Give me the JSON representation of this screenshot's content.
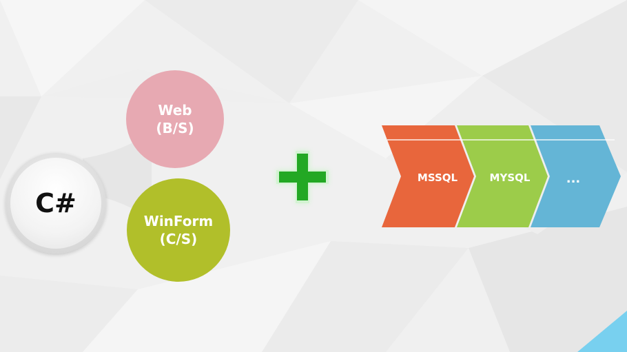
{
  "center_node": {
    "label": "C#"
  },
  "branches": [
    {
      "label_line1": "Web",
      "label_line2": "(B/S)",
      "color": "#e7a9b2"
    },
    {
      "label_line1": "WinForm",
      "label_line2": "(C/S)",
      "color": "#b1bf2a"
    }
  ],
  "operator": {
    "icon": "plus-icon",
    "color": "#23a824"
  },
  "databases": [
    {
      "label": "MSSQL",
      "color": "#e8663c"
    },
    {
      "label": "MYSQL",
      "color": "#9ccc4a"
    },
    {
      "label": "...",
      "color": "#64b5d6"
    }
  ],
  "colors": {
    "background": "#f1f1f1",
    "corner_accent": "#78d0ef"
  }
}
